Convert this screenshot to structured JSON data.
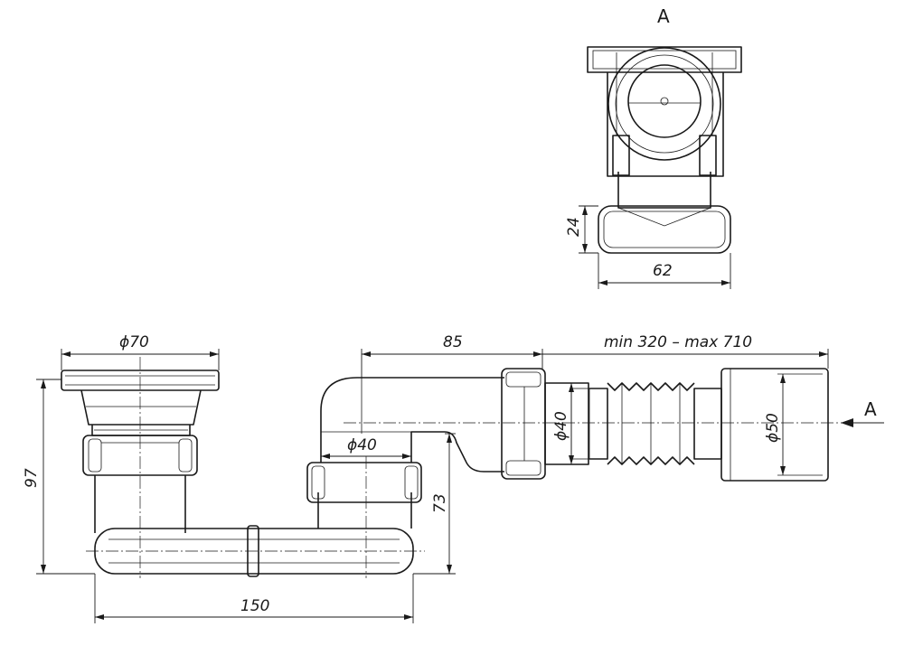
{
  "view_labels": {
    "top": "A",
    "side": "A"
  },
  "dimensions": {
    "diameter_70": "ϕ70",
    "length_85": "85",
    "telescopic": "min 320 – max 710",
    "height_97": "97",
    "diameter_40_inlet": "ϕ40",
    "height_73": "73",
    "diameter_40_outlet": "ϕ40",
    "diameter_50": "ϕ50",
    "length_150": "150",
    "depth_24": "24",
    "width_62": "62"
  }
}
